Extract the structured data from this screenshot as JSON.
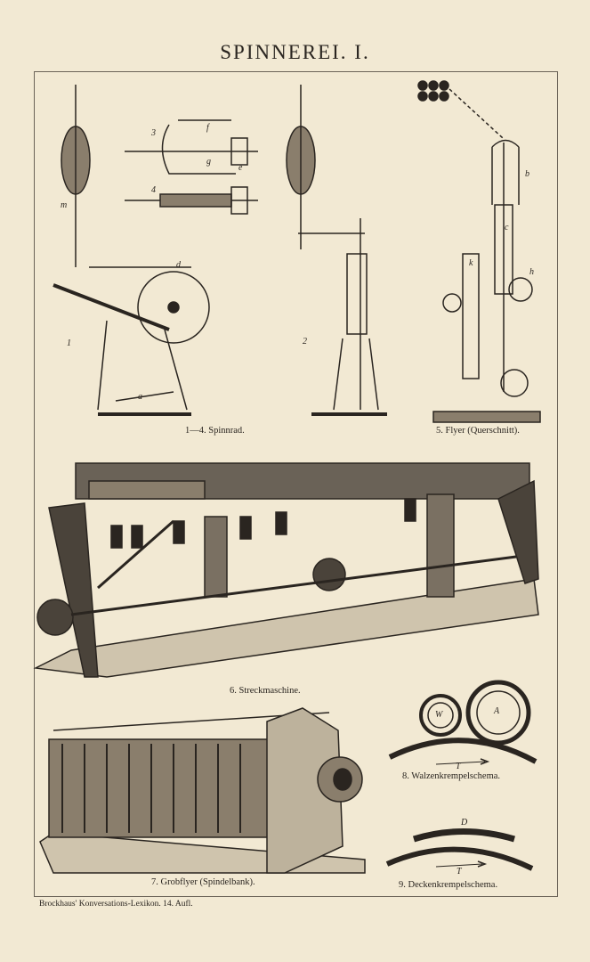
{
  "title": "SPINNEREI. I.",
  "captions": {
    "fig1_4": "1—4. Spinnrad.",
    "fig5": "5. Flyer (Querschnitt).",
    "fig6": "6. Streckmaschine.",
    "fig7": "7. Grobflyer (Spindelbank).",
    "fig8": "8. Walzenkrempelschema.",
    "fig9": "9. Deckenkrempelschema."
  },
  "labels": {
    "n1": "1",
    "n2": "2",
    "n3": "3",
    "n4": "4",
    "a": "a",
    "b": "b",
    "d": "d",
    "m": "m",
    "f": "f",
    "g": "g",
    "e": "e",
    "h": "h",
    "k": "k",
    "c": "c",
    "W": "W",
    "A": "A",
    "T": "T",
    "D": "D"
  },
  "footer": "Brockhaus' Konversations-Lexikon.  14. Aufl.",
  "colors": {
    "paper": "#f2e9d3",
    "ink": "#2a2520"
  }
}
